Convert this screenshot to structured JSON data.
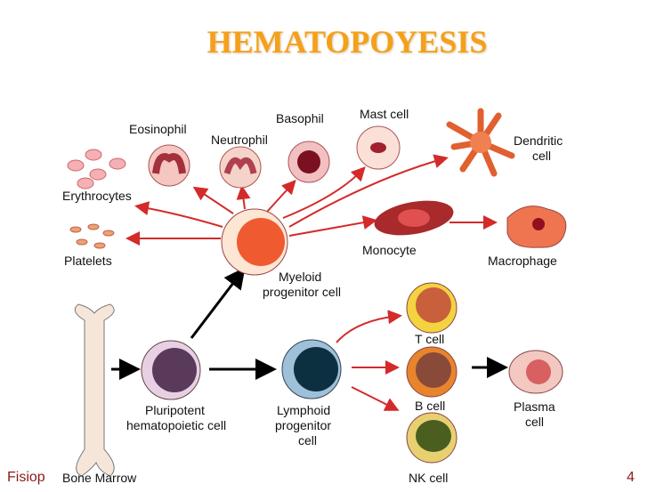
{
  "title": "HEMATOPOYESIS",
  "footer": {
    "left": "Fisiop",
    "page": "4"
  },
  "labels": {
    "eosinophil": "Eosinophil",
    "neutrophil": "Neutrophil",
    "basophil": "Basophil",
    "mast_cell": "Mast cell",
    "dendritic_1": "Dendritic",
    "dendritic_2": "cell",
    "erythrocytes": "Erythrocytes",
    "platelets": "Platelets",
    "myeloid_1": "Myeloid",
    "myeloid_2": "progenitor cell",
    "monocyte": "Monocyte",
    "macrophage": "Macrophage",
    "t_cell": "T cell",
    "b_cell": "B cell",
    "plasma_1": "Plasma",
    "plasma_2": "cell",
    "nk_cell": "NK cell",
    "pluripotent_1": "Pluripotent",
    "pluripotent_2": "hematopoietic cell",
    "lymphoid_1": "Lymphoid",
    "lymphoid_2": "progenitor",
    "lymphoid_3": "cell",
    "bone_marrow": "Bone Marrow"
  },
  "colors": {
    "title": "#F5A01A",
    "arrow_red": "#D42A2A",
    "footer": "#8B1A1A"
  }
}
